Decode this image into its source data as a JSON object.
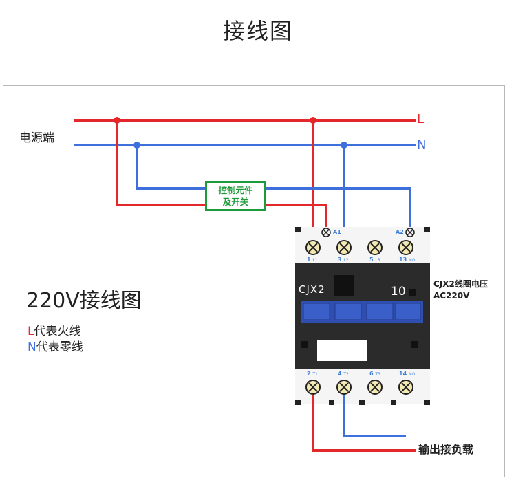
{
  "title": "接线图",
  "power": {
    "label": "电源端",
    "live": "L",
    "neutral": "N"
  },
  "control": {
    "line1": "控制元件",
    "line2": "及开关"
  },
  "side_title": "220V接线图",
  "legend": {
    "l_letter": "L",
    "l_text": "代表火线",
    "n_letter": "N",
    "n_text": "代表零线"
  },
  "contactor": {
    "model": "CJX2",
    "rating": "10",
    "coil_voltage_label": "CJX2线圈电压",
    "coil_voltage_value": "AC220V",
    "coil_terminals": {
      "a1": "A1",
      "a2": "A2"
    },
    "top_terminals": [
      {
        "num": "1",
        "sub": "L1"
      },
      {
        "num": "3",
        "sub": "L2"
      },
      {
        "num": "5",
        "sub": "L3"
      },
      {
        "num": "13",
        "sub": "NO"
      }
    ],
    "bottom_terminals": [
      {
        "num": "2",
        "sub": "T1"
      },
      {
        "num": "4",
        "sub": "T2"
      },
      {
        "num": "6",
        "sub": "T3"
      },
      {
        "num": "14",
        "sub": "NO"
      }
    ]
  },
  "output": {
    "label": "输出接负载"
  },
  "colors": {
    "live": "#e3272a",
    "neutral": "#3f6fdc",
    "control": "#1d9a39",
    "body": "#2b2b2b",
    "module": "#2f4fb0"
  }
}
